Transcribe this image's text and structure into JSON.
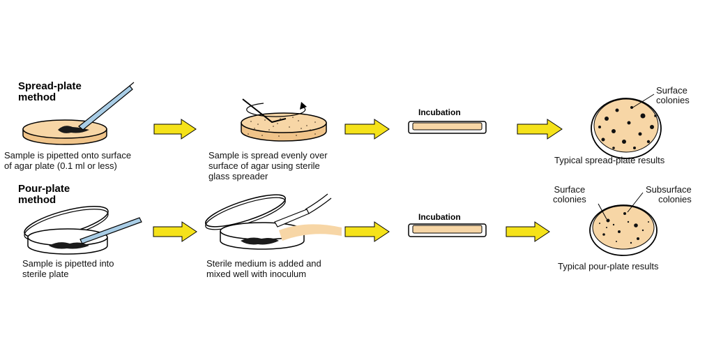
{
  "spread": {
    "title_line1": "Spread-plate",
    "title_line2": "method",
    "step1_line1": "Sample is pipetted onto surface",
    "step1_line2": "of agar plate (0.1 ml or less)",
    "step2_line1": "Sample is spread evenly over",
    "step2_line2": "surface of agar using sterile",
    "step2_line3": "glass spreader",
    "incubation": "Incubation",
    "surface_line1": "Surface",
    "surface_line2": "colonies",
    "result": "Typical spread-plate results"
  },
  "pour": {
    "title_line1": "Pour-plate",
    "title_line2": "method",
    "step1_line1": "Sample is pipetted into",
    "step1_line2": "sterile plate",
    "step2_line1": "Sterile medium is added and",
    "step2_line2": "mixed well with inoculum",
    "incubation": "Incubation",
    "surface_line1": "Surface",
    "surface_line2": "colonies",
    "subsurface_line1": "Subsurface",
    "subsurface_line2": "colonies",
    "result": "Typical pour-plate results"
  },
  "colors": {
    "agar": "#f7d6a6",
    "arrow": "#f5e21a",
    "pipette": "#a9cde6",
    "sample": "#1a1a1a"
  }
}
